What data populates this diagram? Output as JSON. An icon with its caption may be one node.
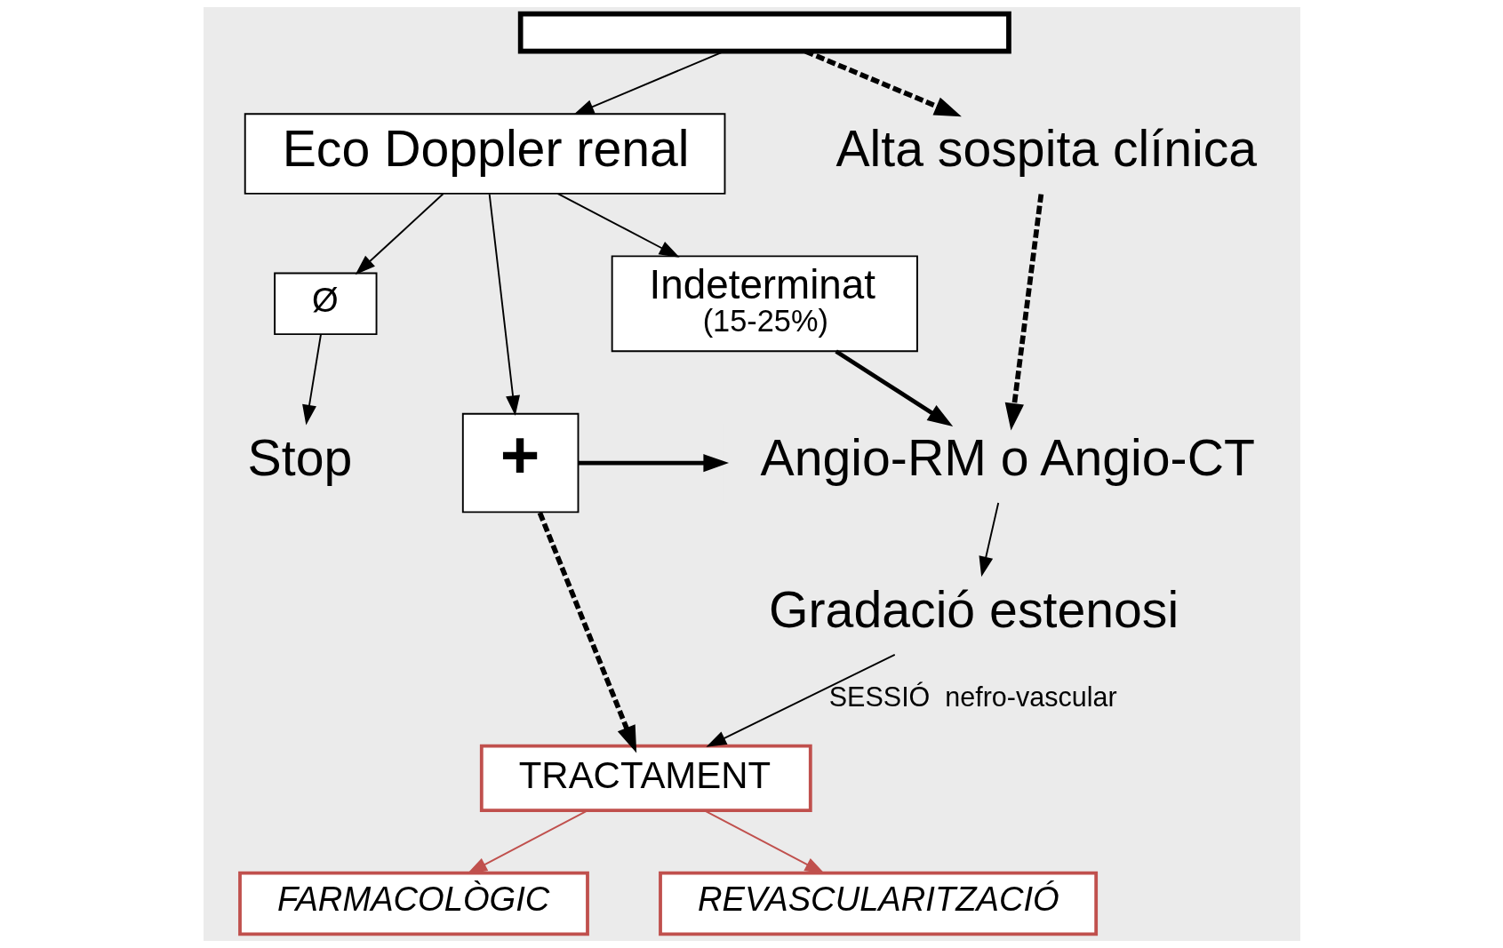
{
  "diagram": {
    "nodes": [
      {
        "text": [],
        "shape": "box"
      },
      {
        "text": [
          "Eco Doppler renal"
        ]
      },
      {
        "text": [
          "+"
        ]
      },
      {
        "text": [
          "Indeterminat",
          "(15-25%)"
        ]
      },
      {
        "text": [
          "Ø"
        ]
      },
      {
        "text": [
          "Stop"
        ]
      },
      {
        "text": [
          "Alta sospita clínica"
        ]
      },
      {
        "text": [
          "Angio-RM o Angio-CT"
        ]
      },
      {
        "text": [
          "Gradació estenosi"
        ]
      },
      {
        "text": [
          "TRACTAMENT"
        ]
      },
      {
        "text": [
          "FARMACOLÒGIC"
        ]
      },
      {
        "text": [
          "REVASCULARITZACIÓ"
        ]
      }
    ],
    "edges": [
      {
        "from": 0,
        "to": 1,
        "arrow": "to"
      },
      {
        "from": 0,
        "to": 6,
        "arrow": "to",
        "style": "dashed"
      },
      {
        "from": 1,
        "to": 4,
        "arrow": "to"
      },
      {
        "from": 1,
        "to": 3,
        "arrow": "to"
      },
      {
        "from": 1,
        "to": 2,
        "arrow": "to"
      },
      {
        "from": 2,
        "to": 7,
        "arrow": "to",
        "style": "thick"
      },
      {
        "from": 3,
        "to": 7,
        "arrow": "to",
        "style": "thick"
      },
      {
        "from": 2,
        "to": 9,
        "arrow": "to",
        "style": "dashed"
      },
      {
        "from": 6,
        "to": 7,
        "arrow": "to",
        "style": "dashed"
      },
      {
        "from": 7,
        "to": 8,
        "arrow": "to"
      },
      {
        "from": 8,
        "to": 9,
        "arrow": "to",
        "label": "SESSIÓ  nefro-vascular"
      },
      {
        "from": 4,
        "to": 5,
        "arrow": "to"
      },
      {
        "from": 9,
        "to": 10,
        "arrow": "to",
        "color": "#c0504d"
      },
      {
        "from": 9,
        "to": 11,
        "arrow": "to",
        "color": "#c0504d"
      }
    ]
  }
}
